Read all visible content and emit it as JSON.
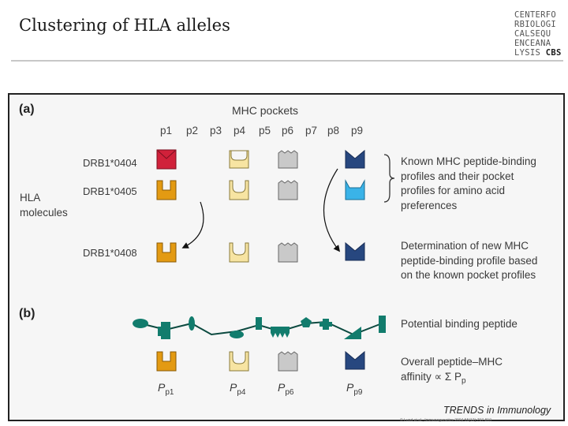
{
  "title": "Clustering of HLA alleles",
  "logo": {
    "lines": [
      "CENTERFO",
      "RBIOLOGI",
      "CALSEQU",
      "ENCEANA",
      "LYSIS"
    ],
    "suffix": "CBS"
  },
  "panel_a": {
    "label": "(a)",
    "header": "MHC pockets",
    "pockets": [
      "p1",
      "p2",
      "p3",
      "p4",
      "p5",
      "p6",
      "p7",
      "p8",
      "p9"
    ],
    "hla_label": "HLA\nmolecules",
    "alleles": [
      "DRB1*0404",
      "DRB1*0405",
      "DRB1*0408"
    ],
    "desc_known": "Known MHC peptide-binding\nprofiles and their pocket\nprofiles for amino acid\npreferences",
    "desc_new": "Determination of new MHC\npeptide-binding profile based\non the known pocket profiles"
  },
  "panel_b": {
    "label": "(b)",
    "peptide_label": "Potential binding peptide",
    "affinity_label": "Overall peptide–MHC\naffinity ∝ Σ P",
    "affinity_sub": "p",
    "pocket_scores": [
      {
        "main": "P",
        "sub": "p1"
      },
      {
        "main": "P",
        "sub": "p4"
      },
      {
        "main": "P",
        "sub": "p6"
      },
      {
        "main": "P",
        "sub": "p9"
      }
    ]
  },
  "footer": {
    "journal": "TRENDS in Immunology",
    "credit": "© Lund et al., Immunogenetics 2004 55(12):797-810"
  },
  "colors": {
    "red": "#d0213a",
    "orange": "#e39a12",
    "cream": "#f7e4a2",
    "grey": "#c9c9c9",
    "navy": "#27477f",
    "sky": "#3ab3e8",
    "teal": "#127c6d"
  }
}
